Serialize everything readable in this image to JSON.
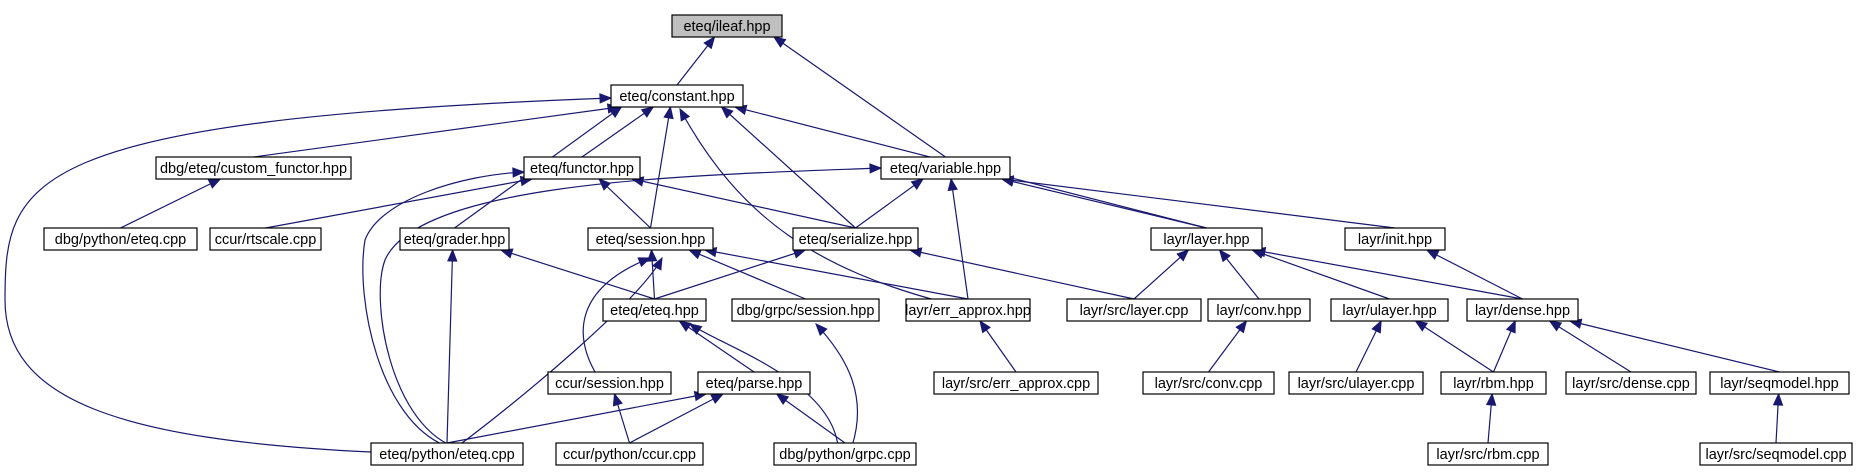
{
  "colors": {
    "edge": "#191970",
    "node_fill": "#ffffff",
    "root_fill": "#bfbfbf",
    "border": "#000000"
  },
  "nodes": [
    {
      "id": "ileaf",
      "label": "eteq/ileaf.hpp",
      "root": true
    },
    {
      "id": "constant",
      "label": "eteq/constant.hpp"
    },
    {
      "id": "custom_functor",
      "label": "dbg/eteq/custom_functor.hpp"
    },
    {
      "id": "dbg_python_eteq",
      "label": "dbg/python/eteq.cpp"
    },
    {
      "id": "functor",
      "label": "eteq/functor.hpp"
    },
    {
      "id": "variable",
      "label": "eteq/variable.hpp"
    },
    {
      "id": "rtscale",
      "label": "ccur/rtscale.cpp"
    },
    {
      "id": "grader",
      "label": "eteq/grader.hpp"
    },
    {
      "id": "session",
      "label": "eteq/session.hpp"
    },
    {
      "id": "serialize",
      "label": "eteq/serialize.hpp"
    },
    {
      "id": "layer",
      "label": "layr/layer.hpp"
    },
    {
      "id": "init",
      "label": "layr/init.hpp"
    },
    {
      "id": "eteq_hpp",
      "label": "eteq/eteq.hpp"
    },
    {
      "id": "grpc_session",
      "label": "dbg/grpc/session.hpp"
    },
    {
      "id": "err_approx",
      "label": "layr/err_approx.hpp"
    },
    {
      "id": "src_layer",
      "label": "layr/src/layer.cpp"
    },
    {
      "id": "conv",
      "label": "layr/conv.hpp"
    },
    {
      "id": "ulayer",
      "label": "layr/ulayer.hpp"
    },
    {
      "id": "dense",
      "label": "layr/dense.hpp"
    },
    {
      "id": "ccur_session",
      "label": "ccur/session.hpp"
    },
    {
      "id": "parse",
      "label": "eteq/parse.hpp"
    },
    {
      "id": "src_err_approx",
      "label": "layr/src/err_approx.cpp"
    },
    {
      "id": "src_conv",
      "label": "layr/src/conv.cpp"
    },
    {
      "id": "src_ulayer",
      "label": "layr/src/ulayer.cpp"
    },
    {
      "id": "rbm",
      "label": "layr/rbm.hpp"
    },
    {
      "id": "src_dense",
      "label": "layr/src/dense.cpp"
    },
    {
      "id": "seqmodel",
      "label": "layr/seqmodel.hpp"
    },
    {
      "id": "eteq_python_eteq",
      "label": "eteq/python/eteq.cpp"
    },
    {
      "id": "ccur_python_ccur",
      "label": "ccur/python/ccur.cpp"
    },
    {
      "id": "dbg_python_grpc",
      "label": "dbg/python/grpc.cpp"
    },
    {
      "id": "src_rbm",
      "label": "layr/src/rbm.cpp"
    },
    {
      "id": "src_seqmodel",
      "label": "layr/src/seqmodel.cpp"
    }
  ],
  "edges": [
    {
      "from": "ileaf",
      "to": "constant"
    },
    {
      "from": "ileaf",
      "to": "variable"
    },
    {
      "from": "constant",
      "to": "custom_functor"
    },
    {
      "from": "constant",
      "to": "functor"
    },
    {
      "from": "constant",
      "to": "grader"
    },
    {
      "from": "constant",
      "to": "session"
    },
    {
      "from": "constant",
      "to": "serialize"
    },
    {
      "from": "constant",
      "to": "err_approx"
    },
    {
      "from": "constant",
      "to": "layer"
    },
    {
      "from": "constant",
      "to": "eteq_python_eteq"
    },
    {
      "from": "custom_functor",
      "to": "dbg_python_eteq"
    },
    {
      "from": "functor",
      "to": "rtscale"
    },
    {
      "from": "functor",
      "to": "session"
    },
    {
      "from": "functor",
      "to": "serialize"
    },
    {
      "from": "functor",
      "to": "eteq_python_eteq"
    },
    {
      "from": "variable",
      "to": "serialize"
    },
    {
      "from": "variable",
      "to": "err_approx"
    },
    {
      "from": "variable",
      "to": "layer"
    },
    {
      "from": "variable",
      "to": "init"
    },
    {
      "from": "variable",
      "to": "eteq_python_eteq"
    },
    {
      "from": "grader",
      "to": "eteq_hpp"
    },
    {
      "from": "grader",
      "to": "eteq_python_eteq"
    },
    {
      "from": "session",
      "to": "eteq_hpp"
    },
    {
      "from": "session",
      "to": "grpc_session"
    },
    {
      "from": "session",
      "to": "err_approx"
    },
    {
      "from": "session",
      "to": "ccur_session"
    },
    {
      "from": "session",
      "to": "eteq_python_eteq"
    },
    {
      "from": "serialize",
      "to": "eteq_hpp"
    },
    {
      "from": "serialize",
      "to": "src_layer"
    },
    {
      "from": "layer",
      "to": "src_layer"
    },
    {
      "from": "layer",
      "to": "conv"
    },
    {
      "from": "layer",
      "to": "ulayer"
    },
    {
      "from": "layer",
      "to": "dense"
    },
    {
      "from": "init",
      "to": "dense"
    },
    {
      "from": "eteq_hpp",
      "to": "parse"
    },
    {
      "from": "eteq_hpp",
      "to": "dbg_python_grpc"
    },
    {
      "from": "grpc_session",
      "to": "dbg_python_grpc"
    },
    {
      "from": "err_approx",
      "to": "src_err_approx"
    },
    {
      "from": "conv",
      "to": "src_conv"
    },
    {
      "from": "ulayer",
      "to": "src_ulayer"
    },
    {
      "from": "ulayer",
      "to": "rbm"
    },
    {
      "from": "dense",
      "to": "rbm"
    },
    {
      "from": "dense",
      "to": "src_dense"
    },
    {
      "from": "dense",
      "to": "seqmodel"
    },
    {
      "from": "ccur_session",
      "to": "ccur_python_ccur"
    },
    {
      "from": "parse",
      "to": "eteq_python_eteq"
    },
    {
      "from": "parse",
      "to": "ccur_python_ccur"
    },
    {
      "from": "parse",
      "to": "dbg_python_grpc"
    },
    {
      "from": "rbm",
      "to": "src_rbm"
    },
    {
      "from": "seqmodel",
      "to": "src_seqmodel"
    }
  ]
}
